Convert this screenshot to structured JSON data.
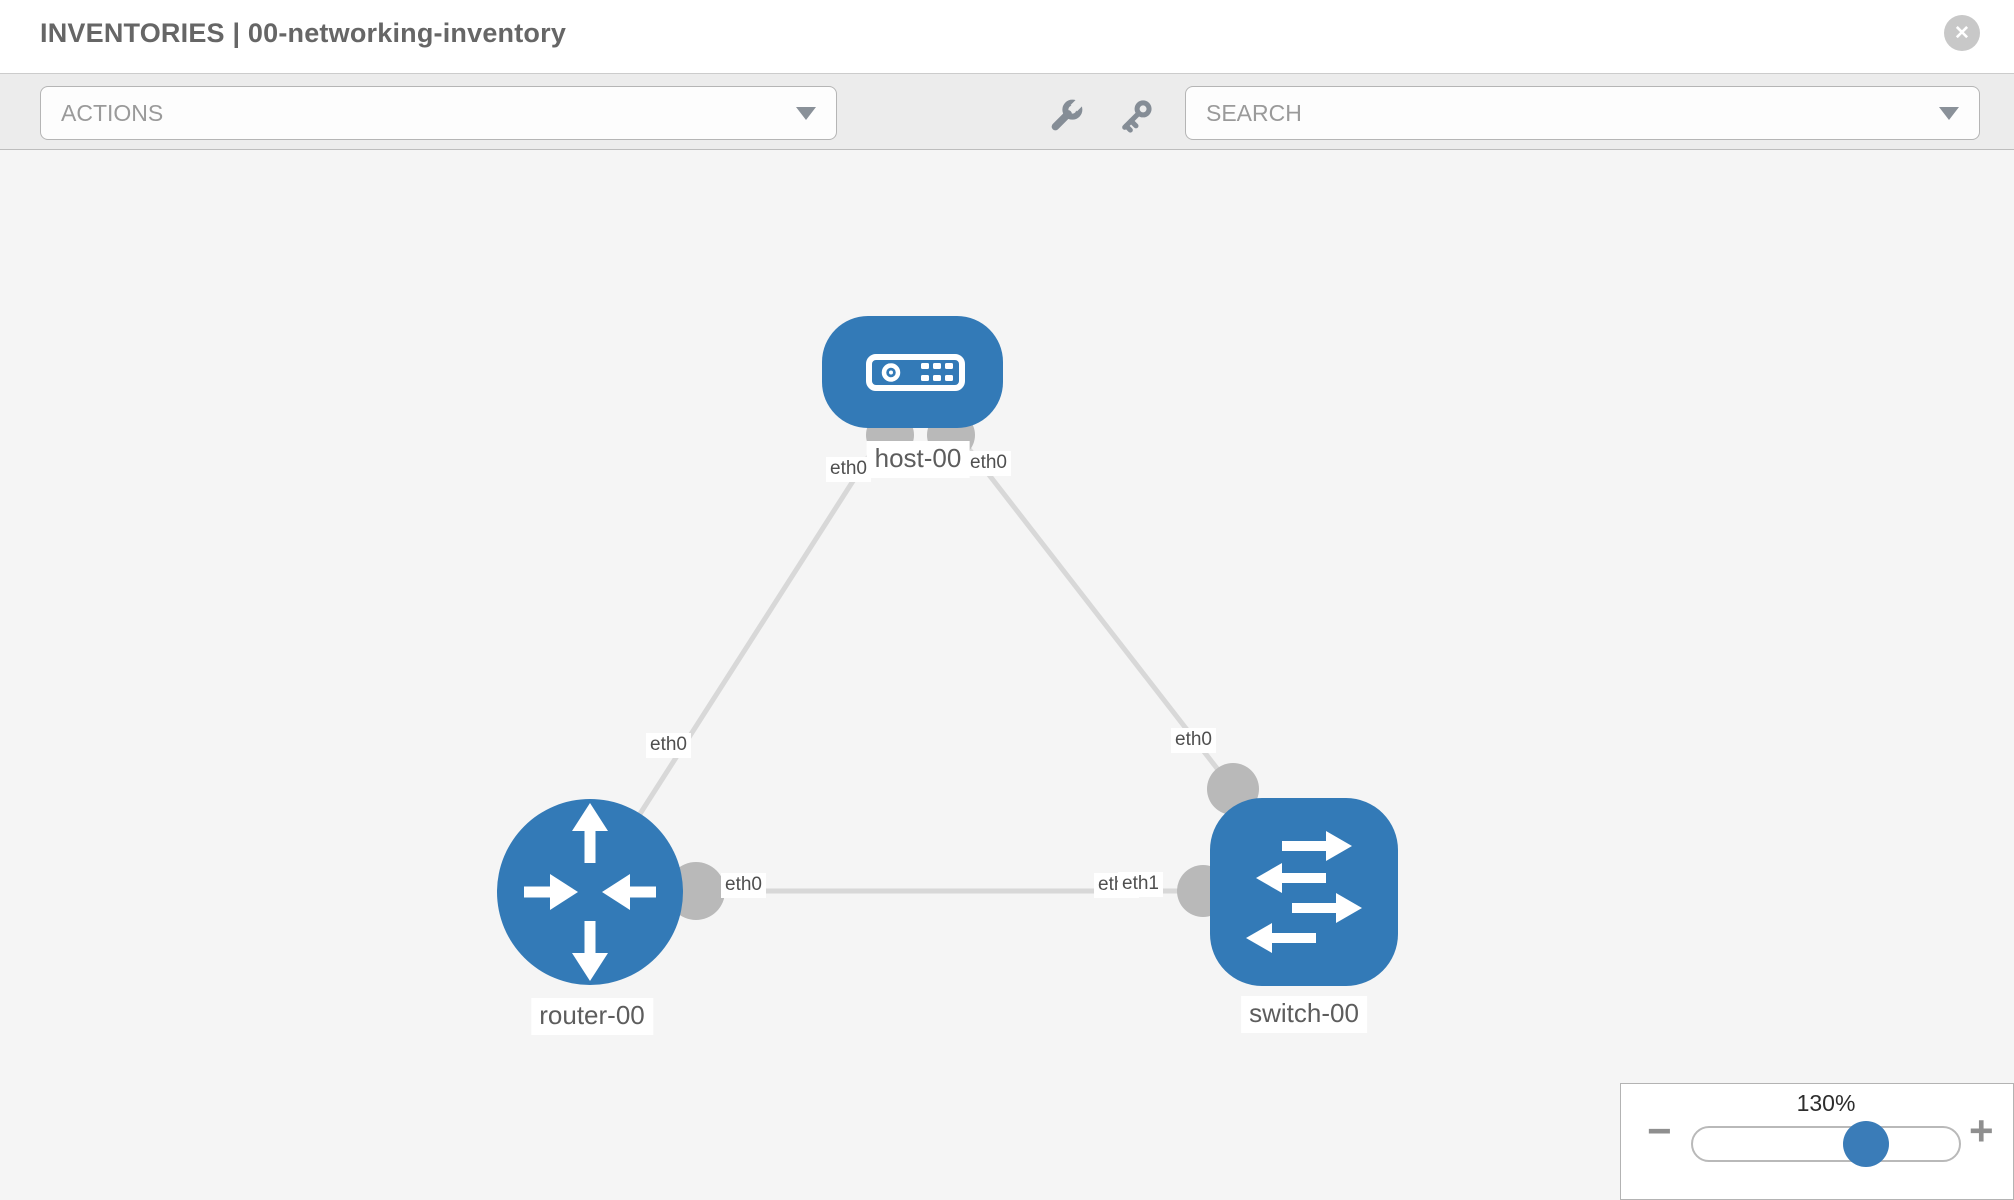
{
  "header": {
    "title": "INVENTORIES | 00-networking-inventory"
  },
  "toolbar": {
    "actions_label": "ACTIONS",
    "search_label": "SEARCH"
  },
  "topology": {
    "nodes": [
      {
        "id": "host-00",
        "type": "host",
        "label": "host-00"
      },
      {
        "id": "router-00",
        "type": "router",
        "label": "router-00"
      },
      {
        "id": "switch-00",
        "type": "switch",
        "label": "switch-00"
      }
    ],
    "links": [
      {
        "from": "host-00",
        "from_if": "eth0",
        "to": "router-00",
        "to_if": "eth0"
      },
      {
        "from": "host-00",
        "from_if": "eth0",
        "to": "switch-00",
        "to_if": "eth0"
      },
      {
        "from": "router-00",
        "from_if": "eth0",
        "to": "switch-00",
        "to_if": "eth1"
      }
    ],
    "labels": {
      "host_if_left": "eth0",
      "host_if_right": "eth0",
      "router_link_mid": "eth0",
      "switch_link_mid": "eth0",
      "router_if": "eth0",
      "switch_if_eth0": "eth0",
      "switch_if_eth1": "eth1"
    }
  },
  "zoom_control": {
    "level": "130%",
    "minus_glyph": "−",
    "plus_glyph": "+"
  },
  "icons": {
    "close_glyph": "✕"
  },
  "colors": {
    "node_fill": "#337ab7",
    "link_stroke": "#d8d8d8",
    "interface_dot": "#b9b9b9",
    "slider_handle": "#3a7cb8"
  }
}
